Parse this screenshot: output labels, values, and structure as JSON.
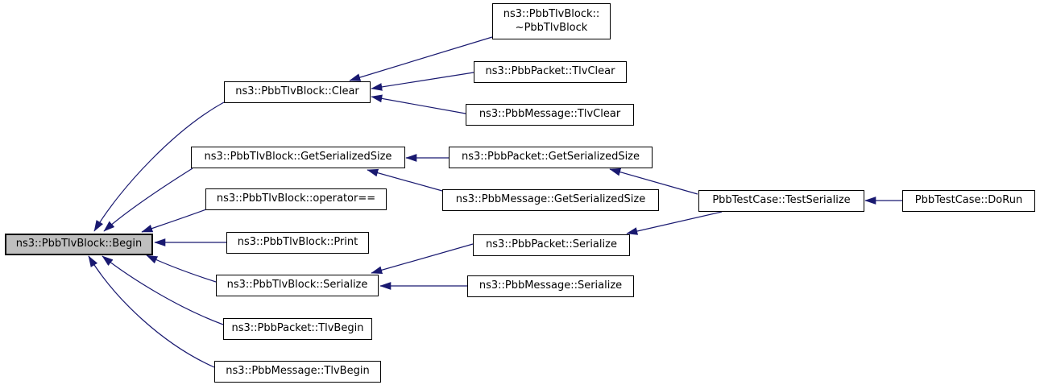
{
  "diagram": {
    "type": "call-graph",
    "focus_function": "ns3::PbbTlvBlock::Begin",
    "background_color": "#ffffff",
    "edge_color": "#191970",
    "node_border_color": "#000000",
    "node_fill_color": "#ffffff",
    "focus_node_fill_color": "#bfbfbf",
    "nodes": [
      {
        "id": "begin",
        "label": "ns3::PbbTlvBlock::Begin"
      },
      {
        "id": "clear",
        "label": "ns3::PbbTlvBlock::Clear"
      },
      {
        "id": "dtor",
        "label": "ns3::PbbTlvBlock::\n~PbbTlvBlock"
      },
      {
        "id": "packet-tlvclear",
        "label": "ns3::PbbPacket::TlvClear"
      },
      {
        "id": "message-tlvclear",
        "label": "ns3::PbbMessage::TlvClear"
      },
      {
        "id": "getserializedsize",
        "label": "ns3::PbbTlvBlock::GetSerializedSize"
      },
      {
        "id": "packet-getserializedsize",
        "label": "ns3::PbbPacket::GetSerializedSize"
      },
      {
        "id": "message-getserializedsize",
        "label": "ns3::PbbMessage::GetSerializedSize"
      },
      {
        "id": "operator-eq",
        "label": "ns3::PbbTlvBlock::operator=="
      },
      {
        "id": "print",
        "label": "ns3::PbbTlvBlock::Print"
      },
      {
        "id": "serialize",
        "label": "ns3::PbbTlvBlock::Serialize"
      },
      {
        "id": "packet-serialize",
        "label": "ns3::PbbPacket::Serialize"
      },
      {
        "id": "message-serialize",
        "label": "ns3::PbbMessage::Serialize"
      },
      {
        "id": "packet-tlvbegin",
        "label": "ns3::PbbPacket::TlvBegin"
      },
      {
        "id": "message-tlvbegin",
        "label": "ns3::PbbMessage::TlvBegin"
      },
      {
        "id": "testserialize",
        "label": "PbbTestCase::TestSerialize"
      },
      {
        "id": "dorun",
        "label": "PbbTestCase::DoRun"
      }
    ],
    "edges": [
      {
        "caller": "ns3::PbbTlvBlock::Clear",
        "callee": "ns3::PbbTlvBlock::Begin"
      },
      {
        "caller": "ns3::PbbTlvBlock::GetSerializedSize",
        "callee": "ns3::PbbTlvBlock::Begin"
      },
      {
        "caller": "ns3::PbbTlvBlock::operator==",
        "callee": "ns3::PbbTlvBlock::Begin"
      },
      {
        "caller": "ns3::PbbTlvBlock::Print",
        "callee": "ns3::PbbTlvBlock::Begin"
      },
      {
        "caller": "ns3::PbbTlvBlock::Serialize",
        "callee": "ns3::PbbTlvBlock::Begin"
      },
      {
        "caller": "ns3::PbbPacket::TlvBegin",
        "callee": "ns3::PbbTlvBlock::Begin"
      },
      {
        "caller": "ns3::PbbMessage::TlvBegin",
        "callee": "ns3::PbbTlvBlock::Begin"
      },
      {
        "caller": "ns3::PbbTlvBlock::~PbbTlvBlock",
        "callee": "ns3::PbbTlvBlock::Clear"
      },
      {
        "caller": "ns3::PbbPacket::TlvClear",
        "callee": "ns3::PbbTlvBlock::Clear"
      },
      {
        "caller": "ns3::PbbMessage::TlvClear",
        "callee": "ns3::PbbTlvBlock::Clear"
      },
      {
        "caller": "ns3::PbbPacket::GetSerializedSize",
        "callee": "ns3::PbbTlvBlock::GetSerializedSize"
      },
      {
        "caller": "ns3::PbbMessage::GetSerializedSize",
        "callee": "ns3::PbbTlvBlock::GetSerializedSize"
      },
      {
        "caller": "ns3::PbbPacket::Serialize",
        "callee": "ns3::PbbTlvBlock::Serialize"
      },
      {
        "caller": "ns3::PbbMessage::Serialize",
        "callee": "ns3::PbbTlvBlock::Serialize"
      },
      {
        "caller": "PbbTestCase::TestSerialize",
        "callee": "ns3::PbbPacket::GetSerializedSize"
      },
      {
        "caller": "PbbTestCase::TestSerialize",
        "callee": "ns3::PbbPacket::Serialize"
      },
      {
        "caller": "PbbTestCase::DoRun",
        "callee": "PbbTestCase::TestSerialize"
      }
    ]
  }
}
